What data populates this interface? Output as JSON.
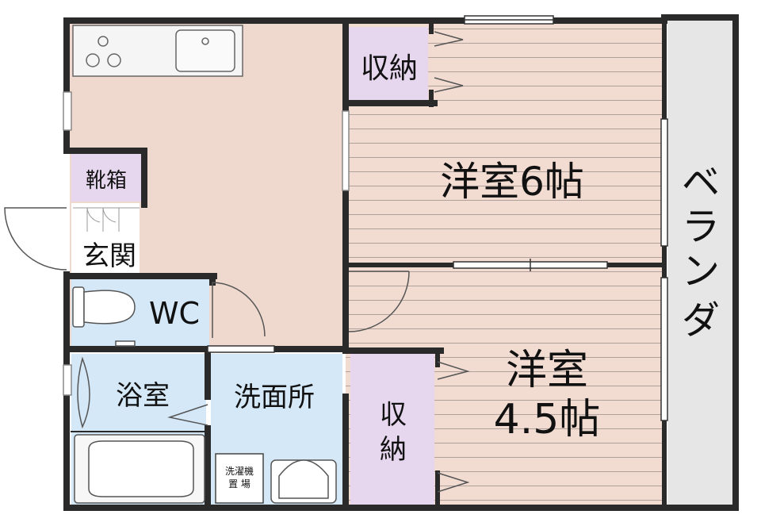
{
  "rooms": {
    "western_6": "洋室6帖",
    "western_45_line1": "洋室",
    "western_45_line2": "4.5帖",
    "storage": "収納",
    "storage_v1": "収",
    "storage_v2": "納",
    "shoe_box": "靴箱",
    "entrance": "玄関",
    "wc": "WC",
    "bath": "浴室",
    "washroom": "洗面所",
    "veranda": [
      "ベ",
      "ラ",
      "ン",
      "ダ"
    ],
    "washer_line1": "洗濯機",
    "washer_line2": "置 場"
  },
  "colors": {
    "ldk": "#efd9cf",
    "western": "#f2dcd2",
    "stripe": "#ad9f99",
    "storage": "#e6d6ee",
    "wet": "#d4e8f7",
    "veranda": "#e6e6e6",
    "wall": "#2a2a2a"
  }
}
